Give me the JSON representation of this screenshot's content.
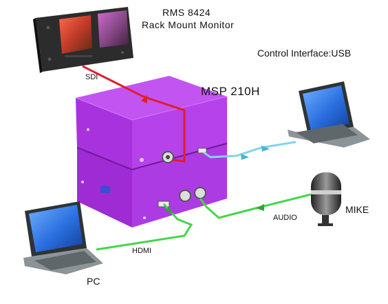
{
  "monitor": {
    "model": "RMS 8424",
    "description": "Rack Mount Monitor"
  },
  "control_interface": "Control Interface:USB",
  "main_device": {
    "name": "MSP 210H"
  },
  "connections": {
    "sdi": "SDI",
    "hdmi": "HDMI",
    "audio": "AUDIO"
  },
  "endpoints": {
    "pc": "PC",
    "mike": "MIKE"
  },
  "colors": {
    "device_body": "#b23fe8",
    "device_dark": "#8a27b8",
    "sdi_cable": "#e11d2a",
    "usb_cable": "#7fd6ea",
    "hdmi_cable": "#43d64a",
    "audio_cable": "#43d64a",
    "laptop_screen": "#2a6fe0"
  },
  "icons": [
    "rack-monitor-icon",
    "laptop-icon",
    "microphone-icon"
  ]
}
